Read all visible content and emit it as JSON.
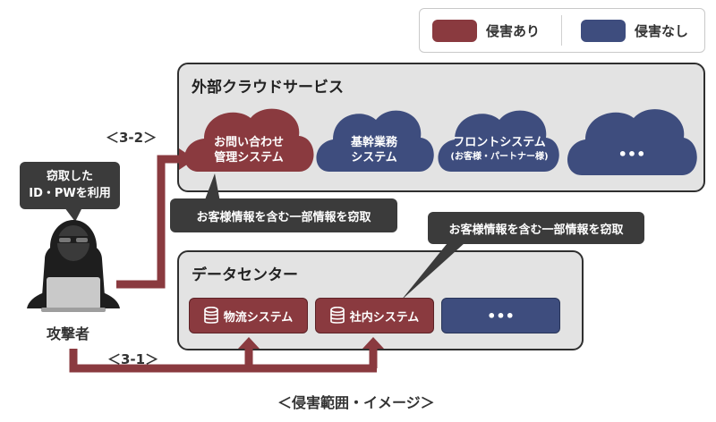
{
  "legend": {
    "breached_label": "侵害あり",
    "not_breached_label": "侵害なし",
    "colors": {
      "breached": "#8a3a3f",
      "not_breached": "#3e4d7e"
    }
  },
  "cloud_panel": {
    "title": "外部クラウドサービス",
    "clouds": [
      {
        "line1": "お問い合わせ",
        "line2": "管理システム",
        "status": "breached"
      },
      {
        "line1": "基幹業務",
        "line2": "システム",
        "status": "not_breached"
      },
      {
        "line1": "フロントシステム",
        "line2": "(お客様・パートナー様)",
        "status": "not_breached"
      },
      {
        "line1": "•••",
        "status": "not_breached"
      }
    ]
  },
  "datacenter_panel": {
    "title": "データセンター",
    "systems": [
      {
        "label": "物流システム",
        "icon": "database-icon",
        "status": "breached"
      },
      {
        "label": "社内システム",
        "icon": "database-icon",
        "status": "breached"
      },
      {
        "label": "•••",
        "status": "not_breached"
      }
    ]
  },
  "attacker": {
    "label": "攻撃者",
    "speech_line1": "窃取した",
    "speech_line2": "ID・PWを利用",
    "icon": "hacker-icon"
  },
  "callouts": {
    "cloud_leak": "お客様情報を含む一部情報を窃取",
    "datacenter_leak": "お客様情報を含む一部情報を窃取"
  },
  "paths": {
    "to_cloud": "＜3-2＞",
    "to_datacenter": "＜3-1＞"
  },
  "caption": "＜侵害範囲・イメージ＞"
}
